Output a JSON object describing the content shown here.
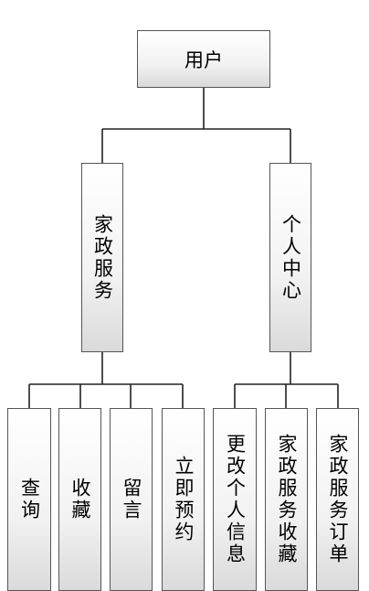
{
  "diagram": {
    "root": {
      "label": "用户"
    },
    "branches": [
      {
        "label": "家政服务",
        "children": [
          "查询",
          "收藏",
          "留言",
          "立即预约"
        ]
      },
      {
        "label": "个人中心",
        "children": [
          "更改个人信息",
          "家政服务收藏",
          "家政服务订单"
        ]
      }
    ]
  }
}
